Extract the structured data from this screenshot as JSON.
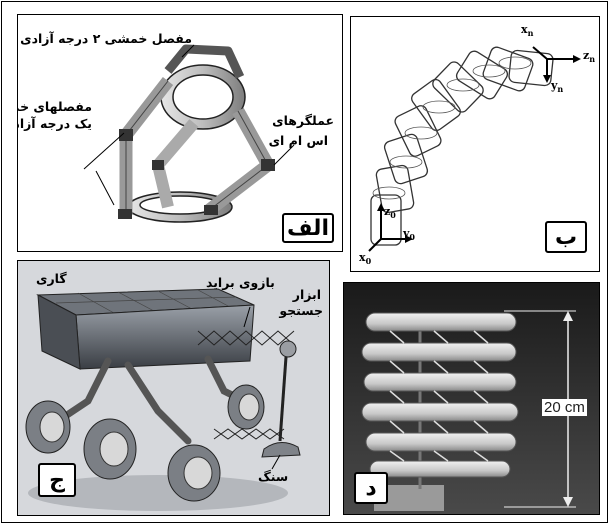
{
  "panels": {
    "a": {
      "tag": "الف",
      "labels": {
        "two_dof_joint": "مفصل خمشی ۲ درجه آزادی",
        "one_dof_joints_line1": "مفصلهای خمشی",
        "one_dof_joints_line2": "یک درجه آزادی",
        "sma_actuators_line1": "عملگرهای",
        "sma_actuators_line2": "اس ام ای"
      }
    },
    "b": {
      "tag": "ب",
      "axes": {
        "xn": "x",
        "xn_sub": "n",
        "zn": "z",
        "zn_sub": "n",
        "yn": "y",
        "yn_sub": "n",
        "z0": "z",
        "z0_sub": "0",
        "y0": "y",
        "y0_sub": "0",
        "x0": "x",
        "x0_sub": "0"
      }
    },
    "c": {
      "tag": "ج",
      "labels": {
        "cart": "گاری",
        "braid_arm": "بازوی براید",
        "probe_line1": "ابزار",
        "probe_line2": "جستجو",
        "rock": "سنگ"
      }
    },
    "d": {
      "tag": "د",
      "dimension": "20 cm"
    }
  }
}
